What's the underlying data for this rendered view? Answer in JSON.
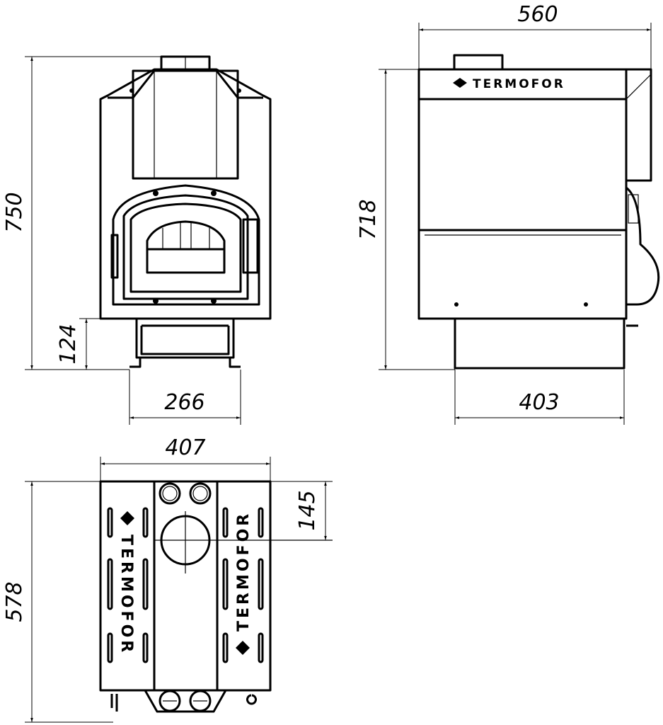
{
  "drawing": {
    "brand": "TERMOFOR",
    "dimensions": {
      "front_height": "750",
      "front_base_height": "124",
      "front_base_width": "266",
      "side_width": "560",
      "side_height": "718",
      "side_base_width": "403",
      "top_width": "407",
      "top_depth": "578",
      "top_flue_offset": "145"
    }
  }
}
